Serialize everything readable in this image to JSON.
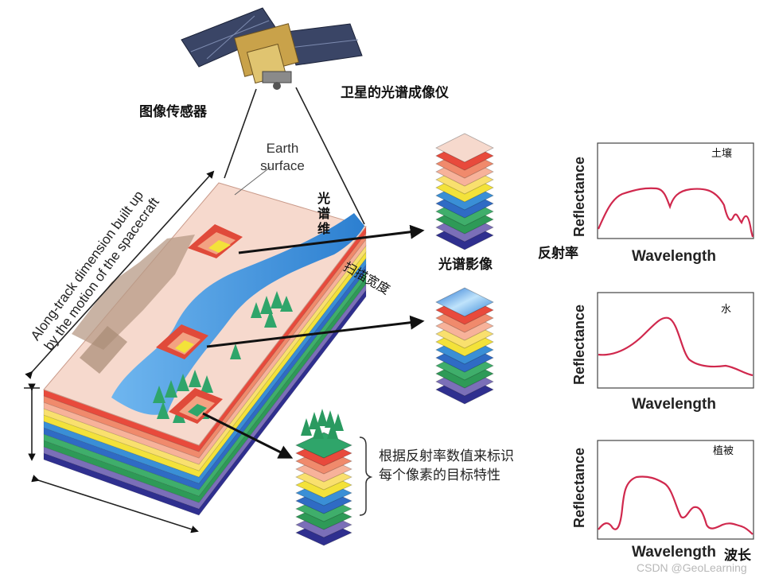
{
  "labels": {
    "sensor": "图像传感器",
    "spectrometer": "卫星的光谱成像仪",
    "earth_surface": "Earth surface",
    "along_track_line1": "Along-track dimension built up",
    "along_track_line2": "by the motion of the spacecraft",
    "spectral_dimension": "光谱维",
    "swath_width": "扫描宽度",
    "spectral_image": "光谱影像",
    "reflectance_cn": "反射率",
    "wavelength_cn": "波长",
    "description": "根据反射率数值来标识每个像素的目标特性"
  },
  "charts": [
    {
      "name": "土壤",
      "xlabel": "Wavelength",
      "ylabel": "Reflectance"
    },
    {
      "name": "水",
      "xlabel": "Wavelength",
      "ylabel": "Reflectance"
    },
    {
      "name": "植被",
      "xlabel": "Wavelength",
      "ylabel": "Reflectance"
    }
  ],
  "watermark": "CSDN @GeoLearning",
  "colors": {
    "layers": [
      "#e84a3c",
      "#f08a6c",
      "#f7b29a",
      "#f9e06e",
      "#f3e23a",
      "#3a8fd6",
      "#2f6bc4",
      "#3fae6b",
      "#2e9a57",
      "#7b6fb8",
      "#2f2f8f"
    ],
    "curve": "#d0284d",
    "surface": "#f6d9cd",
    "river": "#3b8fd9",
    "tree": "#2fa56a"
  }
}
